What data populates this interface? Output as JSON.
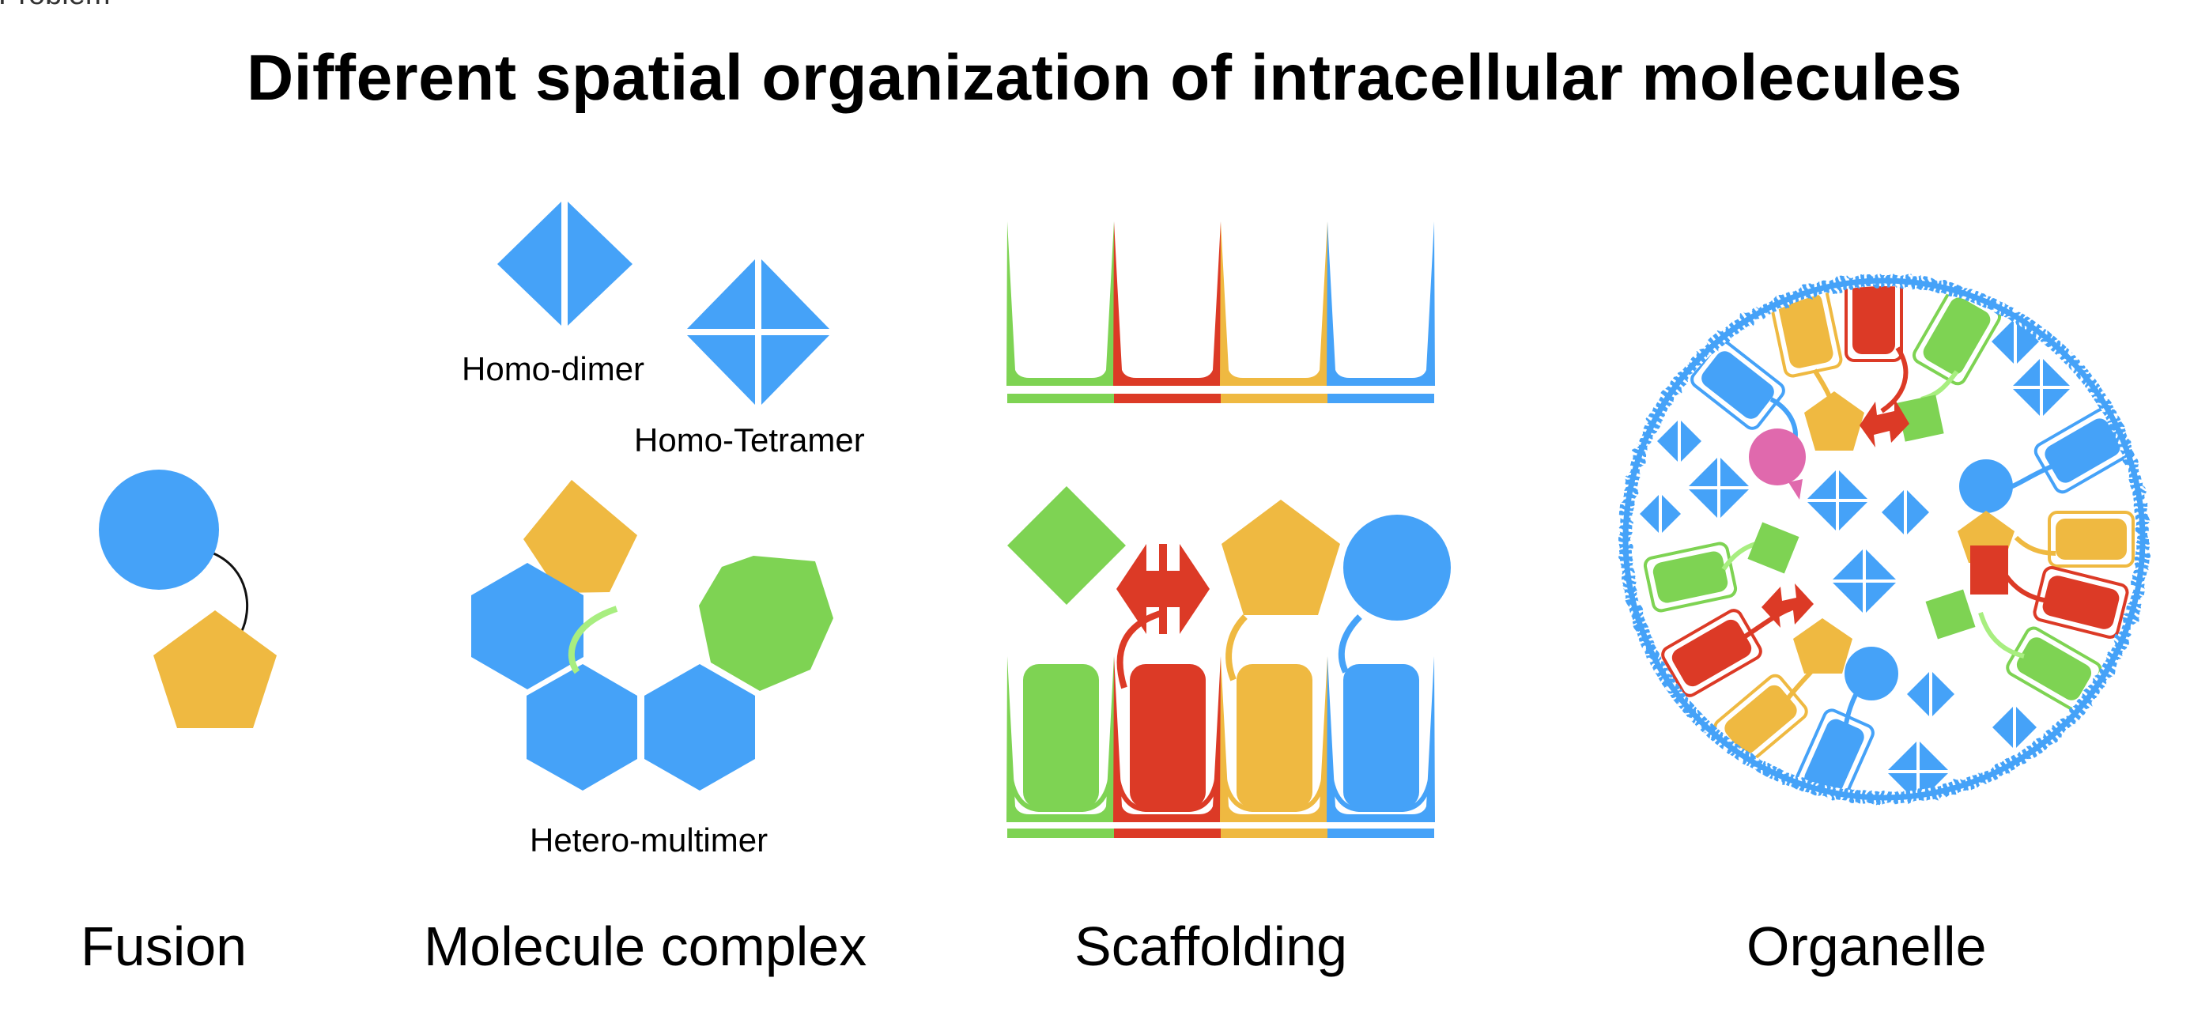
{
  "header_fragment": "Problem",
  "title": "Different spatial organization of intracellular molecules",
  "sections": {
    "fusion": "Fusion",
    "complex": "Molecule complex",
    "scaffolding": "Scaffolding",
    "organelle": "Organelle"
  },
  "complex_labels": {
    "homo_dimer": "Homo-dimer",
    "homo_tetramer": "Homo-Tetramer",
    "hetero_multimer": "Hetero-multimer"
  },
  "colors": {
    "blue": "#45A2F8",
    "yellow": "#EFB941",
    "green": "#7ED353",
    "red": "#DC3A26",
    "pink": "#E069AD",
    "green_tail": "#A8EE80",
    "red_tail": "#DC3A26",
    "yellow_tail": "#EFB941",
    "blue_tail": "#45A2F8"
  },
  "icons": {
    "fusion": [
      "blue-circle-icon",
      "yellow-pentagon-icon"
    ],
    "homo_dimer": "blue-diamond-dimer-icon",
    "homo_tetramer": "blue-diamond-tetramer-icon",
    "hetero_multimer": [
      "yellow-pentagon-icon",
      "blue-hexagon-icon",
      "green-heptagon-icon"
    ],
    "scaffold_cargo": [
      "green-diamond-icon",
      "red-double-arrow-icon",
      "yellow-pentagon-icon",
      "blue-circle-icon"
    ],
    "organelle": "membrane-compartment-icon"
  }
}
